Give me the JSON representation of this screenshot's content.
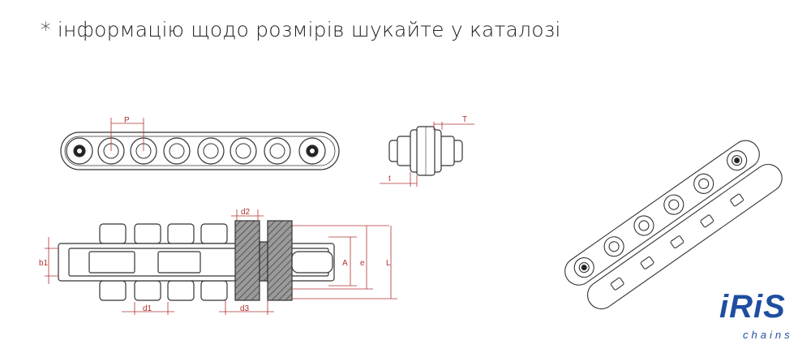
{
  "note": "* інформацію щодо розмірів шукайте у каталозі",
  "labels": {
    "pitch": "P",
    "plate_thickness": "T",
    "thickness_small": "t",
    "inner_width": "b1",
    "roller_dia": "d1",
    "pin_dia": "d2",
    "bush_dia": "d3",
    "dim_a": "A",
    "dim_e": "e",
    "length": "L"
  },
  "logo": {
    "main": "iRiS",
    "sub": "chains"
  },
  "colors": {
    "dimension": "#b03030",
    "logo": "#1f4ea1",
    "line": "#333333"
  }
}
